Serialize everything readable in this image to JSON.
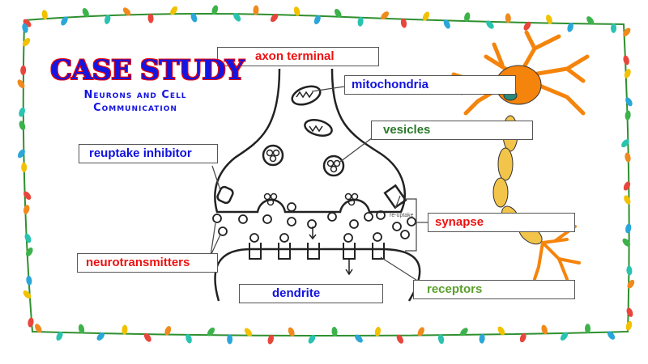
{
  "title": {
    "main": "CASE STUDY",
    "subtitle_line1": "Neurons and Cell",
    "subtitle_line2": "Communication"
  },
  "labels": {
    "axon_terminal": "axon terminal",
    "mitochondria": "mitochondria",
    "vesicles": "vesicles",
    "reuptake_inhibitor": "reuptake inhibitor",
    "synapse": "synapse",
    "neurotransmitters": "neurotransmitters",
    "dendrite": "dendrite",
    "receptors": "receptors",
    "re_uptake": "re-uptake"
  },
  "colors": {
    "red": "#ee1111",
    "blue": "#1111dd",
    "green": "#2a7a2a",
    "light_green": "#5aa02c",
    "neuron": "#f5840c",
    "axon": "#f2c44a"
  }
}
